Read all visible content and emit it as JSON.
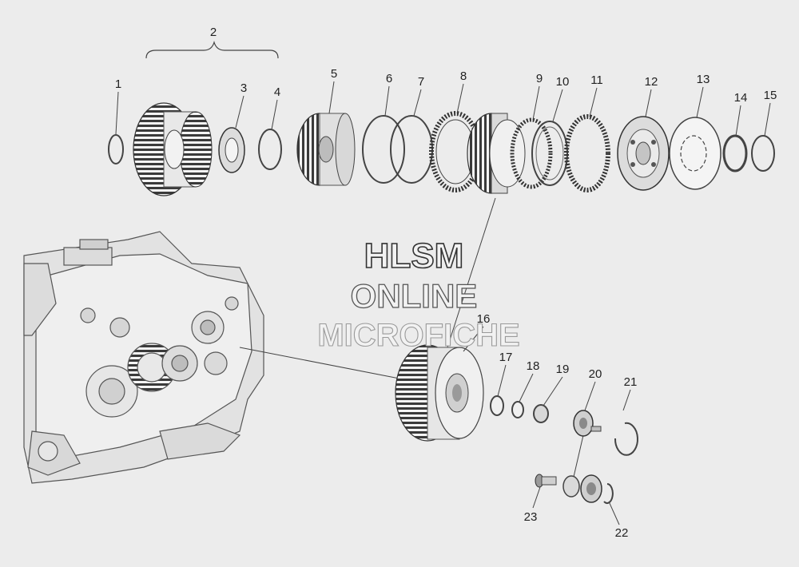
{
  "diagram": {
    "background": "#ececec",
    "line_color": "#444444",
    "part_numbers": [
      "1",
      "2",
      "3",
      "4",
      "5",
      "6",
      "7",
      "8",
      "9",
      "10",
      "11",
      "12",
      "13",
      "14",
      "15",
      "16",
      "17",
      "18",
      "19",
      "20",
      "21",
      "22",
      "23"
    ]
  },
  "watermark": {
    "line1": "HLSM",
    "line2": "ONLINE",
    "line3": "MICROFICHE"
  }
}
